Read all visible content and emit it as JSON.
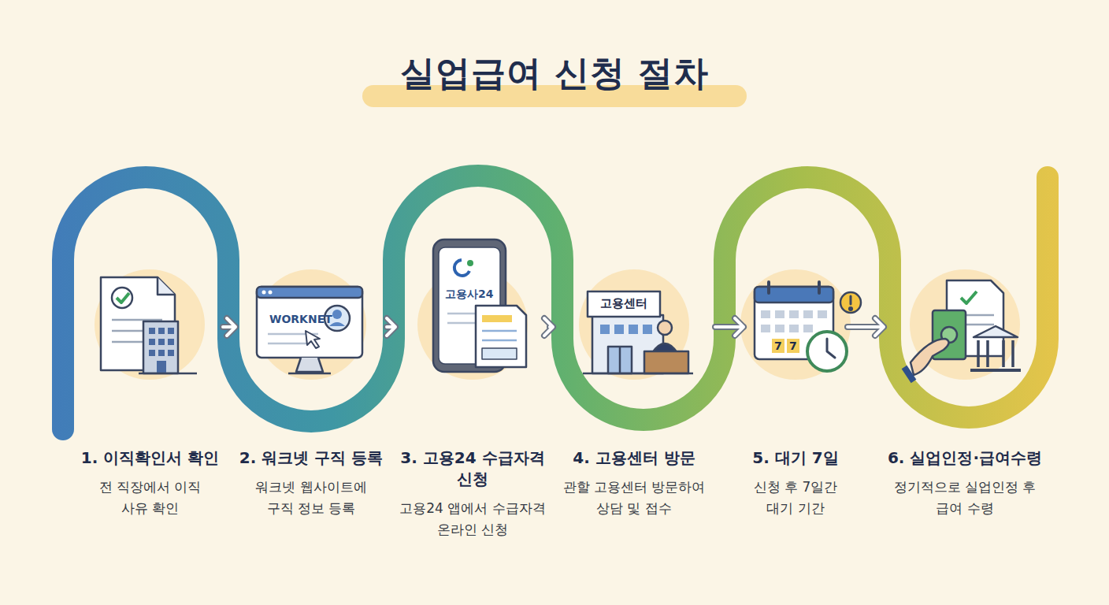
{
  "diagram": {
    "title": "실업급여 신청 절차",
    "nodes": [
      {
        "text": [
          "1. 이직확인서 확인",
          "전 직장에서 이직사유 확인"
        ]
      },
      {
        "text": [
          "2. 워크넷 구직 등록",
          "워크넷 웹사이트에 구직 정보 등록"
        ]
      },
      {
        "text": [
          "3. 고용24 수급자격 신청",
          "고용24 앱에서 수급자격 온라인 신청"
        ]
      },
      {
        "text": [
          "4. 고용센터 방문",
          "관할 고용센터 방문하여 상담 및 접수"
        ]
      },
      {
        "text": [
          "5. 대기 7일",
          "신청 후 7일간 대기 기간"
        ]
      },
      {
        "text": [
          "6. 실업인정·급여수령",
          "정기적으로 실업인정 후 급여 수령"
        ]
      }
    ],
    "edges": [
      {
        "from": 0,
        "to": 1,
        "arrow": "to"
      },
      {
        "from": 1,
        "to": 2,
        "arrow": "to"
      },
      {
        "from": 2,
        "to": 3,
        "arrow": "to"
      },
      {
        "from": 3,
        "to": 4,
        "arrow": "to"
      },
      {
        "from": 4,
        "to": 5,
        "arrow": "to"
      }
    ],
    "labels": [
      "WORKNET",
      "고용사24",
      "고용센터",
      "7",
      "7"
    ]
  }
}
